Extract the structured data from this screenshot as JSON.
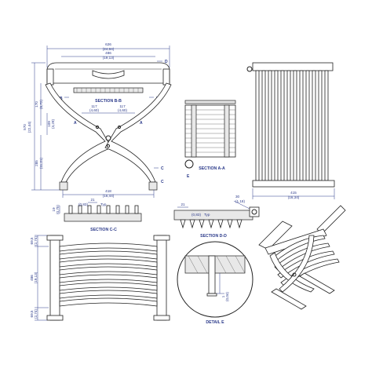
{
  "front": {
    "dim_overall_width": "626",
    "dim_overall_width_in": "(24,64)",
    "dim_inner_width": "486",
    "dim_inner_width_in": "(19,13)",
    "dim_left": "117",
    "dim_left_in": "(4,60)",
    "dim_right": "117",
    "dim_right_in": "(4,60)",
    "dim_height_total": "570",
    "dim_height_total_in": "(22,44)",
    "dim_top": "170",
    "dim_top_in": "(6,72)",
    "dim_mid": "109",
    "dim_mid_in": "(4,29)",
    "dim_lower": "285",
    "dim_lower_in": "(11,21)",
    "dim_base": "418",
    "dim_base_in": "(16,44)",
    "section_bb": "SECTION B-B",
    "mark_b": "B",
    "mark_b2": "B",
    "mark_a": "A",
    "mark_a2": "A",
    "mark_d": "D",
    "mark_d2": "D",
    "mark_c": "C",
    "mark_c2": "C"
  },
  "side": {
    "dim_depth": "415",
    "dim_depth_in": "(16,34)"
  },
  "section_aa": {
    "label": "SECTION A-A",
    "mark_e": "E"
  },
  "section_cc": {
    "label": "SECTION C-C",
    "dim_pitch": "21",
    "dim_pitch_in": "(0,83)",
    "typ": "Typ",
    "dim_h": "19",
    "dim_h_in": "(0,75)"
  },
  "section_dd": {
    "label": "SECTION D-D",
    "dim_pitch": "21",
    "dim_pitch_in": "(0,83)",
    "typ": "Typ",
    "dim_r": "30",
    "dim_r_in": "(1,18)"
  },
  "plan": {
    "dim_a": "69,5",
    "dim_a_in": "(2,74)",
    "dim_b": "486",
    "dim_b_in": "(19,13)",
    "dim_c": "69,5",
    "dim_c_in": "(2,74)"
  },
  "detail_e": {
    "label": "DETAIL E",
    "dim": "1",
    "dim_in": "(0,04)"
  }
}
